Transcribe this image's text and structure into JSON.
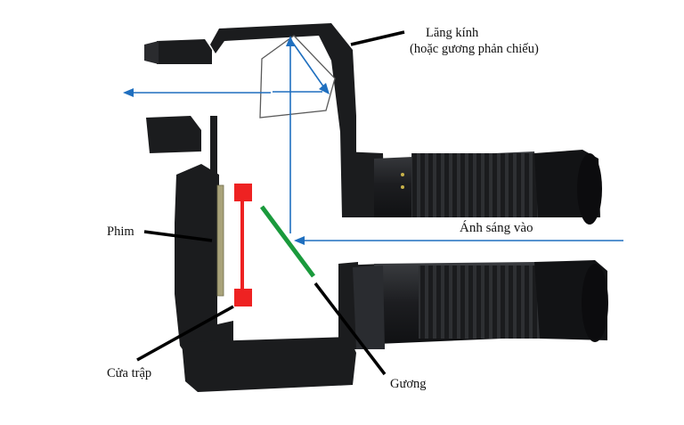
{
  "labels": {
    "prism": "Lăng kính",
    "prism_note": "(hoặc gương phản chiếu)",
    "light_in": "Ánh sáng vào",
    "film": "Phim",
    "shutter": "Cửa trập",
    "mirror": "Gương"
  },
  "colors": {
    "light_ray": "#1f6fbf",
    "mirror": "#1a9a3c",
    "shutter": "#ee2222",
    "film": "#a9a37a",
    "body": "#1b1c1e",
    "pointer": "#000000"
  }
}
